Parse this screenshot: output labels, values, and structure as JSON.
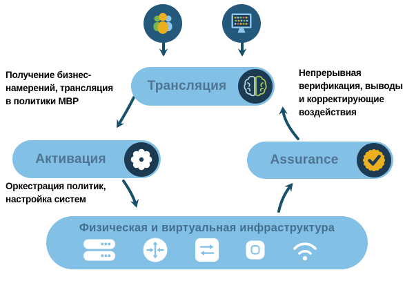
{
  "diagram": {
    "sources": [
      {
        "icon": "people-icon"
      },
      {
        "icon": "monitor-dashboard-icon"
      }
    ],
    "nodes": {
      "translation": {
        "label": "Трансляция",
        "icon": "brain-icon"
      },
      "activation": {
        "label": "Активация",
        "icon": "gear-flower-icon"
      },
      "assurance": {
        "label": "Assurance",
        "icon": "verified-badge-icon"
      },
      "infrastructure": {
        "label": "Физическая и виртуальная инфраструктура",
        "icons": [
          "server-stack-icon",
          "router-icon",
          "switch-icon",
          "access-point-icon",
          "wifi-icon"
        ]
      }
    },
    "annotations": {
      "intake": {
        "lines": [
          "Получение бизнес-",
          "намерений, трансляция",
          "в политики МВР"
        ]
      },
      "verification": {
        "lines": [
          "Непрерывная",
          "верификация, выводы",
          "и корректирующие",
          "воздействия"
        ]
      },
      "orchestration": {
        "lines": [
          "Оркестрация политик,",
          "настройка систем"
        ]
      }
    },
    "colors": {
      "pill_blue": "#82c0e6",
      "node_icon_circle": "#1c3a51",
      "source_circle": "#25597b",
      "arrow": "#17506a",
      "pill_label_text": "#4f7494",
      "infra_title_text": "#44708f",
      "accent_yellow": "#eab01f",
      "accent_green": "#77b94e",
      "brain_green": "#a7c553",
      "brain_blue_gray": "#b7d0dd",
      "note_text": "#000000"
    }
  }
}
